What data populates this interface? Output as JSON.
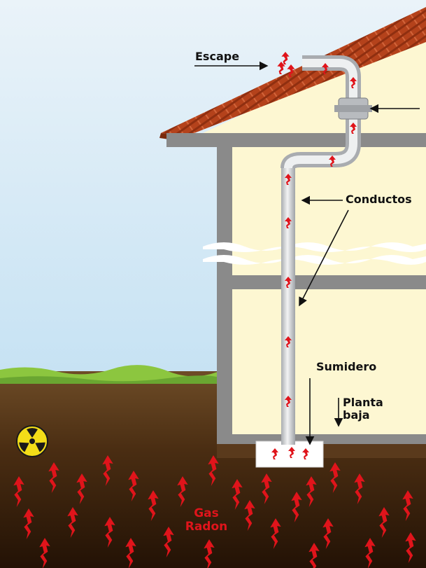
{
  "labels": {
    "escape": "Escape",
    "conductos": "Conductos",
    "sumidero": "Sumidero",
    "planta_baja_line1": "Planta",
    "planta_baja_line2": "baja",
    "gas_line1": "Gas",
    "gas_line2": "Radon"
  },
  "colors": {
    "sky_top": "#e6f1f8",
    "sky_bottom": "#c9e3f3",
    "grass": "#8cc63f",
    "soil_top": "#6b4a25",
    "soil_bottom": "#2a1708",
    "house_wall": "#fdf7d2",
    "house_frame": "#8a8a8a",
    "roof": "#b2401a",
    "pipe": "#d4d6d9",
    "radon_arrow": "#e0141b",
    "radiation_symbol": "#f3dd18"
  },
  "icons": {
    "radiation": "radiation-hazard-icon"
  }
}
